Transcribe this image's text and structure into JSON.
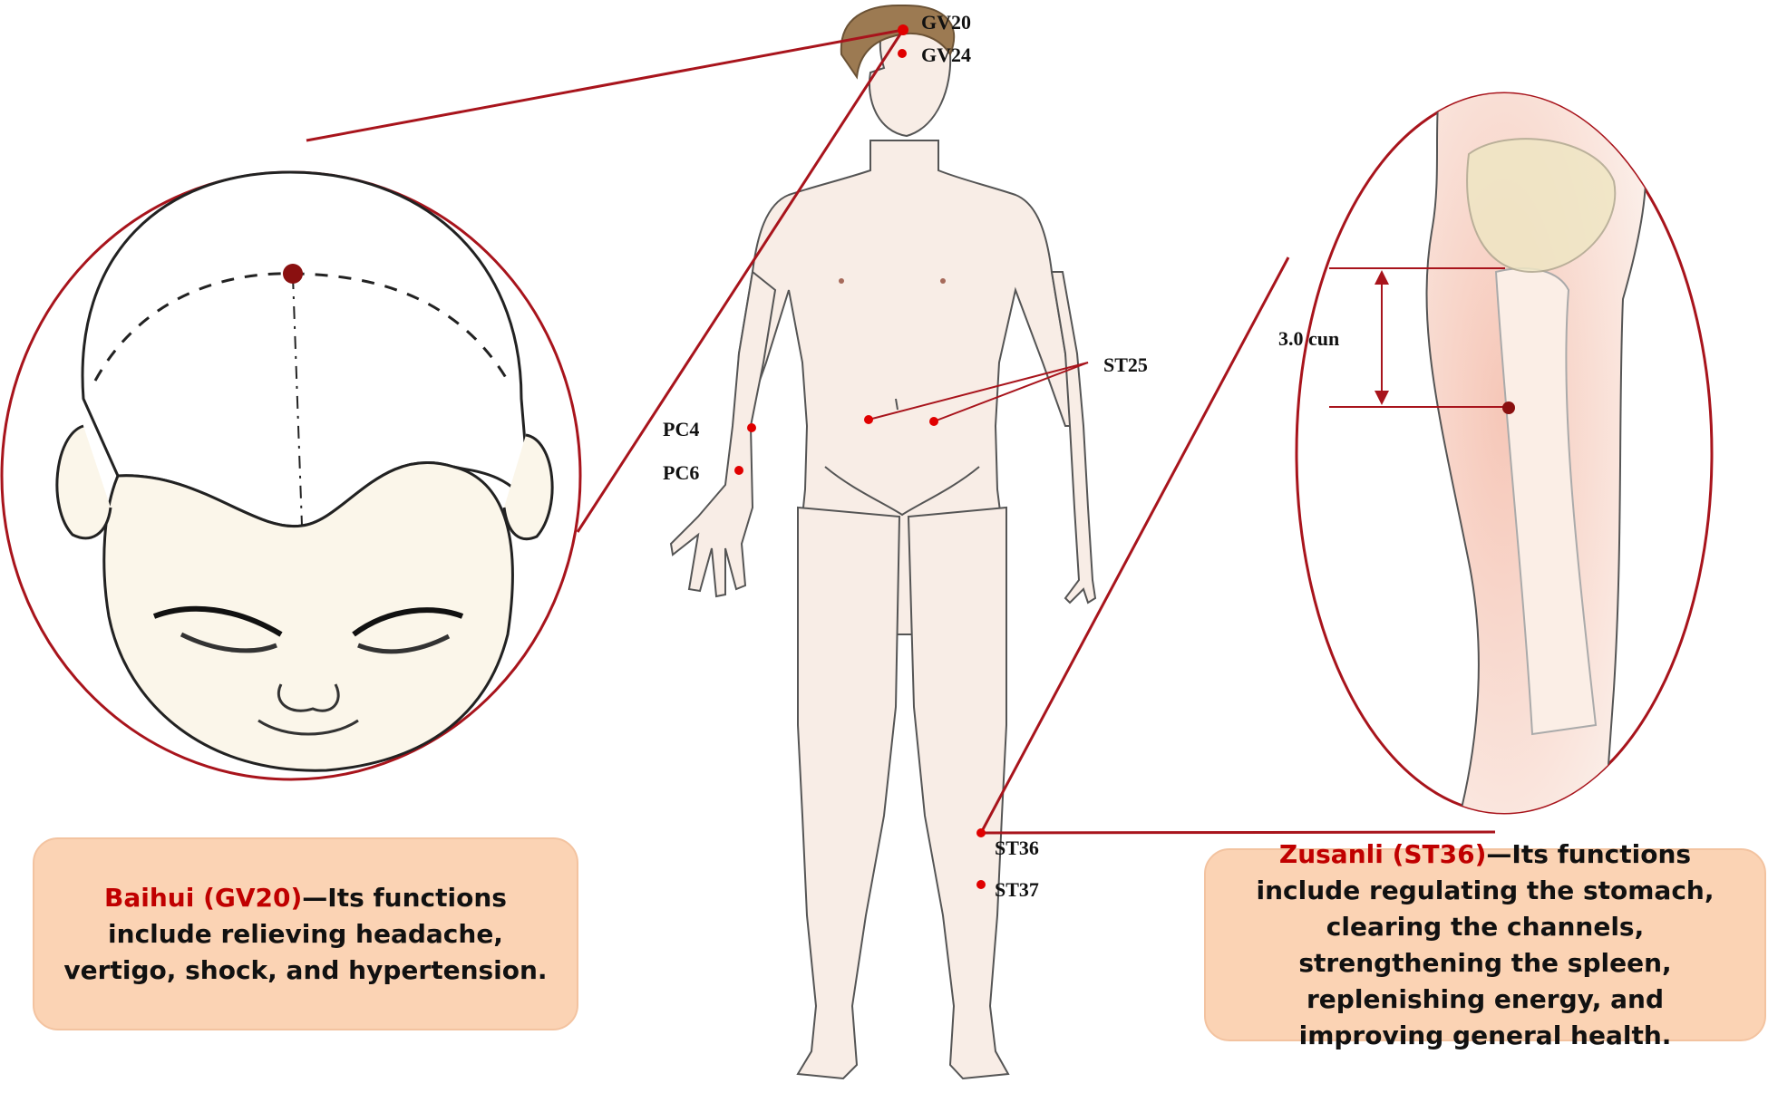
{
  "colors": {
    "accent_red": "#c00000",
    "point_red": "#e00000",
    "line_red": "#a8141c",
    "skin": "#f8ede6",
    "box_fill": "#fbd3b4"
  },
  "acupoint_labels": {
    "gv20": "GV20",
    "gv24": "GV24",
    "st25": "ST25",
    "pc4": "PC4",
    "pc6": "PC6",
    "st36": "ST36",
    "st37": "ST37"
  },
  "leg_detail": {
    "measure_label": "3.0 cun"
  },
  "baihui_box": {
    "name": "Baihui (GV20)",
    "text": "—Its functions include relieving headache, vertigo, shock, and hypertension."
  },
  "zusanli_box": {
    "name": "Zusanli (ST36)",
    "text": "—Its functions include regulating the stomach, clearing the channels, strengthening the spleen, replenishing energy, and improving general health."
  }
}
